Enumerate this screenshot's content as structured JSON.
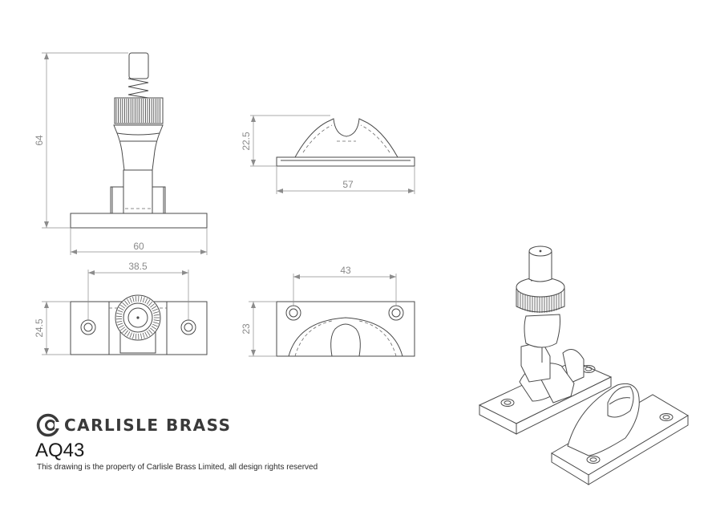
{
  "dimensions": {
    "front_height": "64",
    "front_width": "60",
    "keep_height": "22.5",
    "keep_width": "57",
    "base_hole_spacing": "38.5",
    "base_depth": "24.5",
    "plate_hole_spacing": "43",
    "plate_depth": "23"
  },
  "brand": {
    "name": "CARLISLE BRASS",
    "logo_icon": "carlisle-brass-logo-icon"
  },
  "product_code": "AQ43",
  "notice": "This drawing is the property of Carlisle Brass Limited, all design rights reserved",
  "colors": {
    "line": "#4a4a4a",
    "dimension": "#8a8a8a",
    "brand_text": "#3a3a3a"
  }
}
